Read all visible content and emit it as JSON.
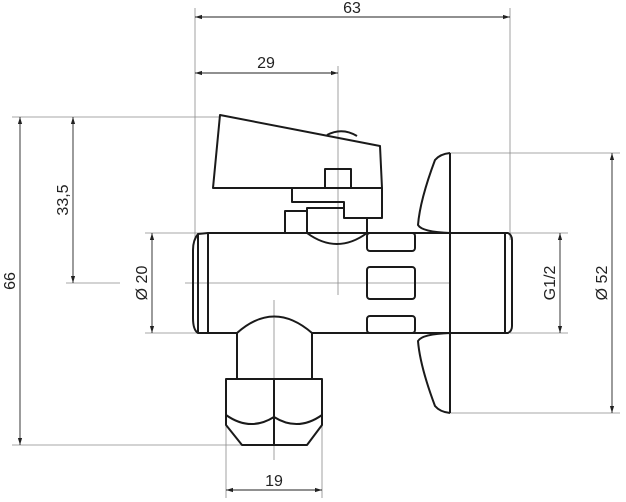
{
  "dimensions": {
    "overall_length": "63",
    "handle_axis_offset": "29",
    "handle_height": "33,5",
    "overall_height": "66",
    "inlet_diameter": "Ø 20",
    "thread": "G1/2",
    "flange_diameter": "Ø 52",
    "outlet_nut_width": "19"
  }
}
